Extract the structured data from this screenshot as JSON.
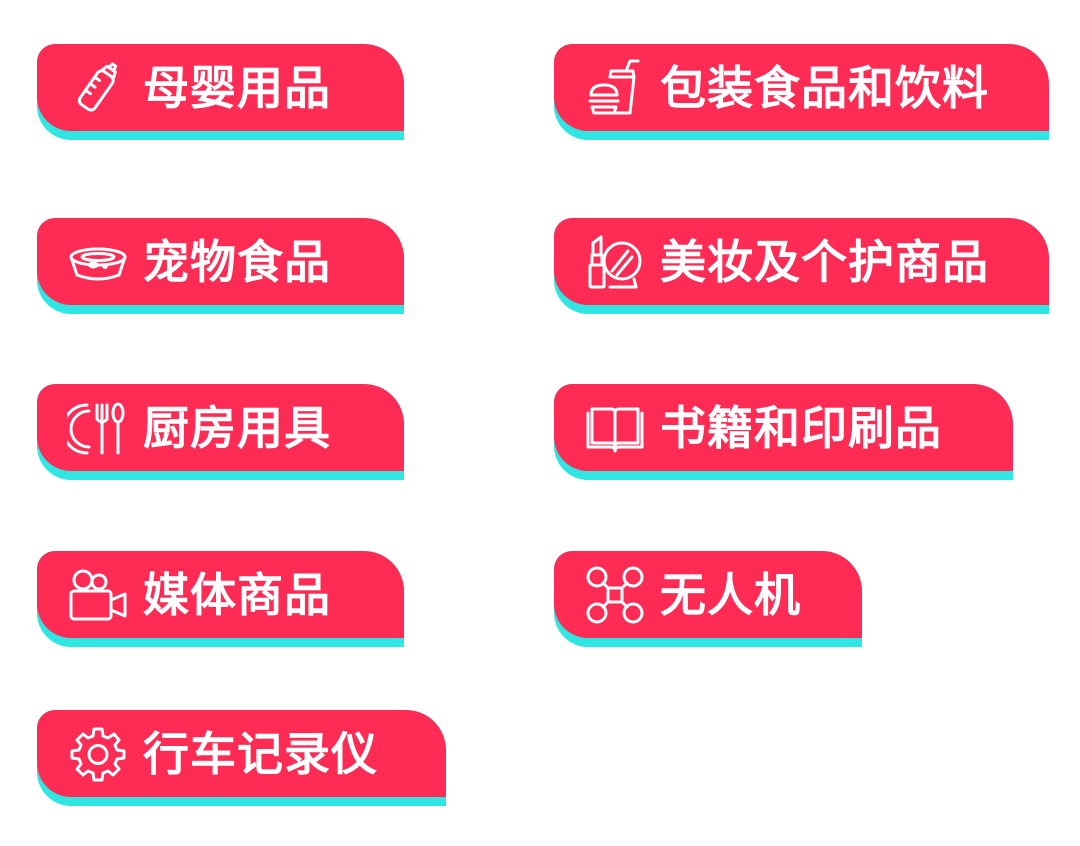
{
  "categories": [
    {
      "label": "母婴用品",
      "icon": "baby-bottle-icon"
    },
    {
      "label": "包装食品和饮料",
      "icon": "burger-drink-icon"
    },
    {
      "label": "宠物食品",
      "icon": "pet-bowl-icon"
    },
    {
      "label": "美妆及个护商品",
      "icon": "lipstick-mirror-icon"
    },
    {
      "label": "厨房用具",
      "icon": "plate-cutlery-icon"
    },
    {
      "label": "书籍和印刷品",
      "icon": "open-book-icon"
    },
    {
      "label": "媒体商品",
      "icon": "video-camera-icon"
    },
    {
      "label": "无人机",
      "icon": "drone-icon"
    },
    {
      "label": "行车记录仪",
      "icon": "gear-icon"
    }
  ],
  "colors": {
    "tag_fill": "#fe2c55",
    "tag_shadow": "#2fe6e2",
    "text": "#ffffff"
  }
}
